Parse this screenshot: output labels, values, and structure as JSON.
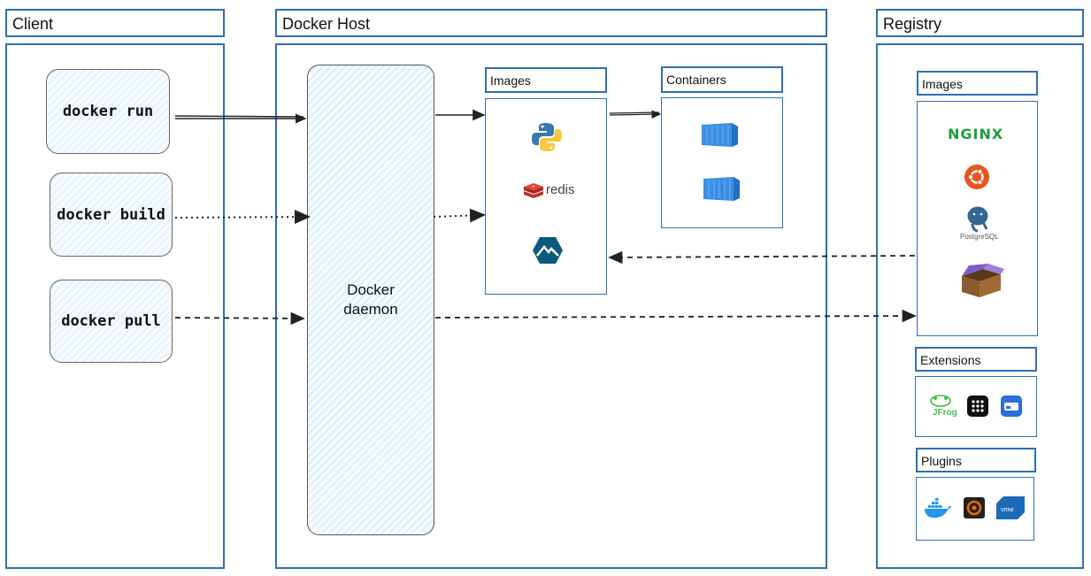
{
  "client": {
    "title": "Client",
    "commands": [
      "docker run",
      "docker build",
      "docker pull"
    ]
  },
  "host": {
    "title": "Docker Host",
    "daemon_label_line1": "Docker",
    "daemon_label_line2": "daemon",
    "images_title": "Images",
    "containers_title": "Containers",
    "redis_label": "redis"
  },
  "registry": {
    "title": "Registry",
    "images_title": "Images",
    "nginx_label": "NGINX",
    "postgres_label": "PostgreSQL",
    "extensions_title": "Extensions",
    "jfrog_label": "JFrog",
    "plugins_title": "Plugins"
  },
  "colors": {
    "border": "#2f6fb3",
    "container_blue": "#3a8ee6",
    "python_blue": "#3b76b0",
    "python_yellow": "#f4c93d",
    "redis_red": "#d8332a",
    "ubuntu_orange": "#e95420",
    "nginx_green": "#1f9d3a"
  }
}
